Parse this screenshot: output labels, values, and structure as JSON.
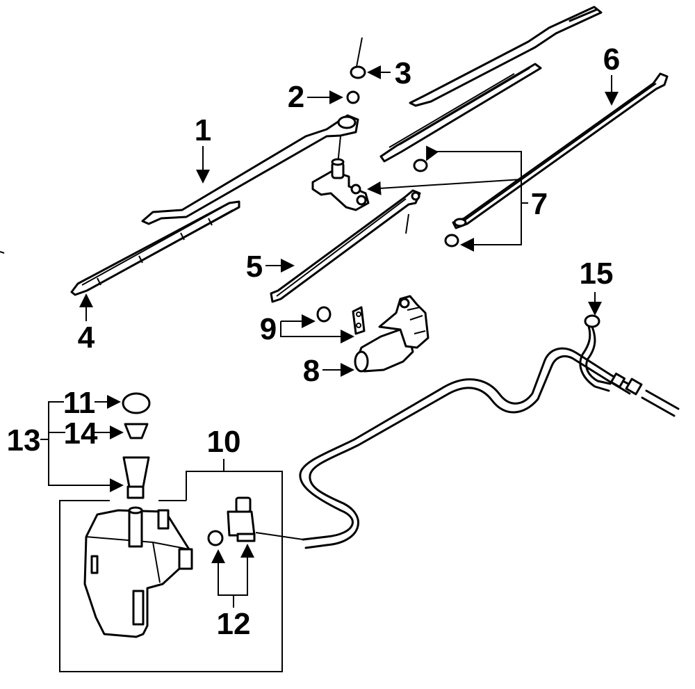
{
  "callouts": {
    "c1": "1",
    "c2": "2",
    "c3": "3",
    "c4": "4",
    "c5": "5",
    "c6": "6",
    "c7": "7",
    "c8": "8",
    "c9": "9",
    "c10": "10",
    "c11": "11",
    "c12": "12",
    "c13": "13",
    "c14": "14",
    "c15": "15"
  },
  "parts": [
    {
      "callout": "1",
      "icon": "wiper-arm-icon"
    },
    {
      "callout": "2",
      "icon": "washer-icon"
    },
    {
      "callout": "3",
      "icon": "nut-icon"
    },
    {
      "callout": "4",
      "icon": "wiper-blade-icon"
    },
    {
      "callout": "5",
      "icon": "link-rod-icon"
    },
    {
      "callout": "6",
      "icon": "link-rod-icon"
    },
    {
      "callout": "7",
      "icon": "bushing-icon"
    },
    {
      "callout": "8",
      "icon": "wiper-motor-icon"
    },
    {
      "callout": "9",
      "icon": "grommet-icon"
    },
    {
      "callout": "10",
      "icon": "reservoir-icon"
    },
    {
      "callout": "11",
      "icon": "cap-icon"
    },
    {
      "callout": "12",
      "icon": "pump-icon"
    },
    {
      "callout": "13",
      "icon": "filler-neck-icon"
    },
    {
      "callout": "14",
      "icon": "strainer-icon"
    },
    {
      "callout": "15",
      "icon": "nozzle-icon"
    }
  ],
  "colors": {
    "ink": "#000000",
    "paper": "#ffffff"
  }
}
